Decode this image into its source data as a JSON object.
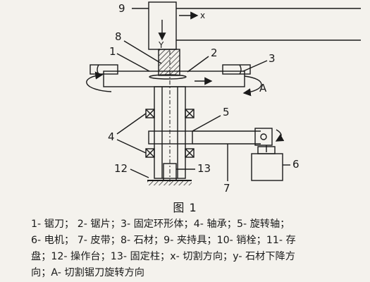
{
  "figure": {
    "part_numbers": [
      "1",
      "2",
      "3",
      "4",
      "5",
      "6",
      "7",
      "8",
      "9",
      "12",
      "13"
    ],
    "axis_labels": {
      "x": "x",
      "y": "Y"
    },
    "rotation_label": "A"
  },
  "caption": "图 1",
  "legend_lines": [
    "1- 锯刀；  2- 锯片；3- 固定环形体；4- 轴承；5- 旋转轴；",
    "6- 电机；  7- 皮带；8- 石材；9- 夹持具；10- 销栓；11- 存",
    "盘；12- 操作台；13- 固定柱；x- 切割方向；y- 石材下降方",
    "向；A- 切割锯刀旋转方向"
  ]
}
